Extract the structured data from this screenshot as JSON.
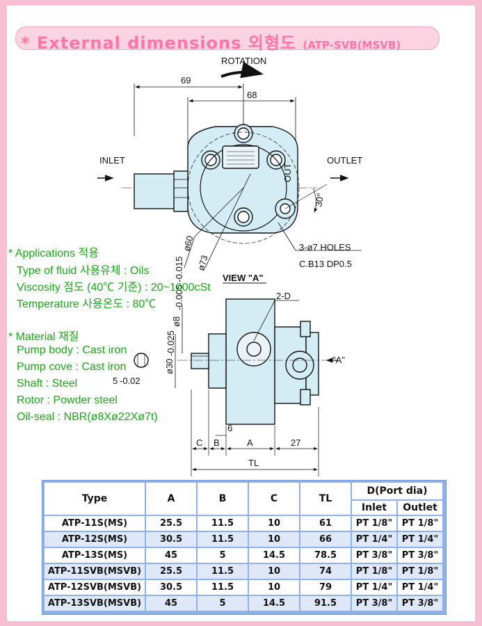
{
  "title": {
    "main": "* External dimensions 외형도",
    "model": "(ATP-SVB(MSVB)"
  },
  "drawing": {
    "rotation": "ROTATION",
    "inlet": "INLET",
    "outlet": "OUTLET",
    "dim_69": "69",
    "dim_68": "68",
    "angle_30": "30°",
    "dia_60": "ø60",
    "dia_73": "ø73",
    "holes": "3-ø7 HOLES",
    "cb": "C.B13 DP0.5",
    "view_a": "VIEW \"A\"",
    "port_2d": "2-D",
    "shaft_dia": "ø8",
    "shaft_tol": "-0.005 -0.015",
    "boss_dia": "ø30",
    "boss_tol": "-0.025",
    "key": "5",
    "key_tol": "-0.02",
    "arrow_a": "\"A\"",
    "dim_6": "6",
    "dim_c": "C",
    "dim_b": "B",
    "dim_a": "A",
    "dim_27": "27",
    "dim_tl": "TL",
    "out_mark": "OUT"
  },
  "applications": {
    "heading": "* Applications 적용",
    "items": [
      "Type of fluid 사용유체 : Oils",
      "Viscosity 점도 (40℃ 기준) : 20~1000cSt",
      "Temperature 사용온도 : 80℃"
    ]
  },
  "material": {
    "heading": "* Material 재질",
    "items": [
      "Pump body : Cast iron",
      "Pump cove : Cast iron",
      "Shaft : Steel",
      "Rotor : Powder steel",
      "Oil-seal : NBR(ø8Xø22Xø7t)"
    ]
  },
  "table": {
    "headers": {
      "type": "Type",
      "a": "A",
      "b": "B",
      "c": "C",
      "tl": "TL",
      "d": "D(Port dia)",
      "inlet": "Inlet",
      "outlet": "Outlet"
    },
    "rows": [
      {
        "type": "ATP-11S(MS)",
        "a": "25.5",
        "b": "11.5",
        "c": "10",
        "tl": "61",
        "inlet": "PT 1/8\"",
        "outlet": "PT 1/8\""
      },
      {
        "type": "ATP-12S(MS)",
        "a": "30.5",
        "b": "11.5",
        "c": "10",
        "tl": "66",
        "inlet": "PT 1/4\"",
        "outlet": "PT 1/4\""
      },
      {
        "type": "ATP-13S(MS)",
        "a": "45",
        "b": "5",
        "c": "14.5",
        "tl": "78.5",
        "inlet": "PT 3/8\"",
        "outlet": "PT 3/8\""
      },
      {
        "type": "ATP-11SVB(MSVB)",
        "a": "25.5",
        "b": "11.5",
        "c": "10",
        "tl": "74",
        "inlet": "PT 1/8\"",
        "outlet": "PT 1/8\""
      },
      {
        "type": "ATP-12SVB(MSVB)",
        "a": "30.5",
        "b": "11.5",
        "c": "10",
        "tl": "79",
        "inlet": "PT 1/4\"",
        "outlet": "PT 1/4\""
      },
      {
        "type": "ATP-13SVB(MSVB)",
        "a": "45",
        "b": "5",
        "c": "14.5",
        "tl": "91.5",
        "inlet": "PT 3/8\"",
        "outlet": "PT 3/8\""
      }
    ]
  },
  "colors": {
    "border": "#f8bfd2",
    "title": "#ff76a6",
    "spec_text": "#1ea31e",
    "pump_fill": "#d4ecf4",
    "table_border": "#8eb2e8"
  }
}
